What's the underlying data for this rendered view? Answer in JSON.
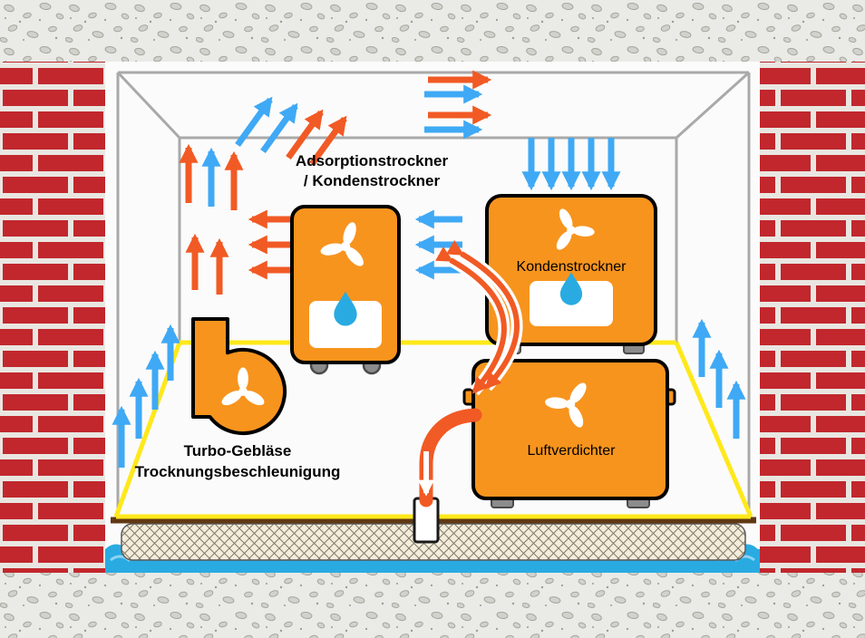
{
  "diagram": {
    "title_label": {
      "line1": "Adsorptionstrockner",
      "line2": "/ Kondenstrockner"
    },
    "devices": {
      "condensation_dryer": {
        "label": "Kondenstrockner"
      },
      "air_compressor": {
        "label": "Luftverdichter"
      },
      "turbo_blower": {
        "label_line1": "Turbo-Gebläse",
        "label_line2": "Trocknungsbeschleunigung"
      }
    },
    "colors": {
      "device_orange": "#F7941E",
      "arrow_orange": "#F15A24",
      "arrow_blue": "#3FA9F5",
      "brick_red": "#C1272D",
      "floor_yellow": "#FFE81A",
      "water_blue": "#29ABE2",
      "screed_brown": "#603813"
    },
    "icons": {
      "fan": "3-blade fan rotor",
      "water_drop": "condensate droplet"
    }
  }
}
